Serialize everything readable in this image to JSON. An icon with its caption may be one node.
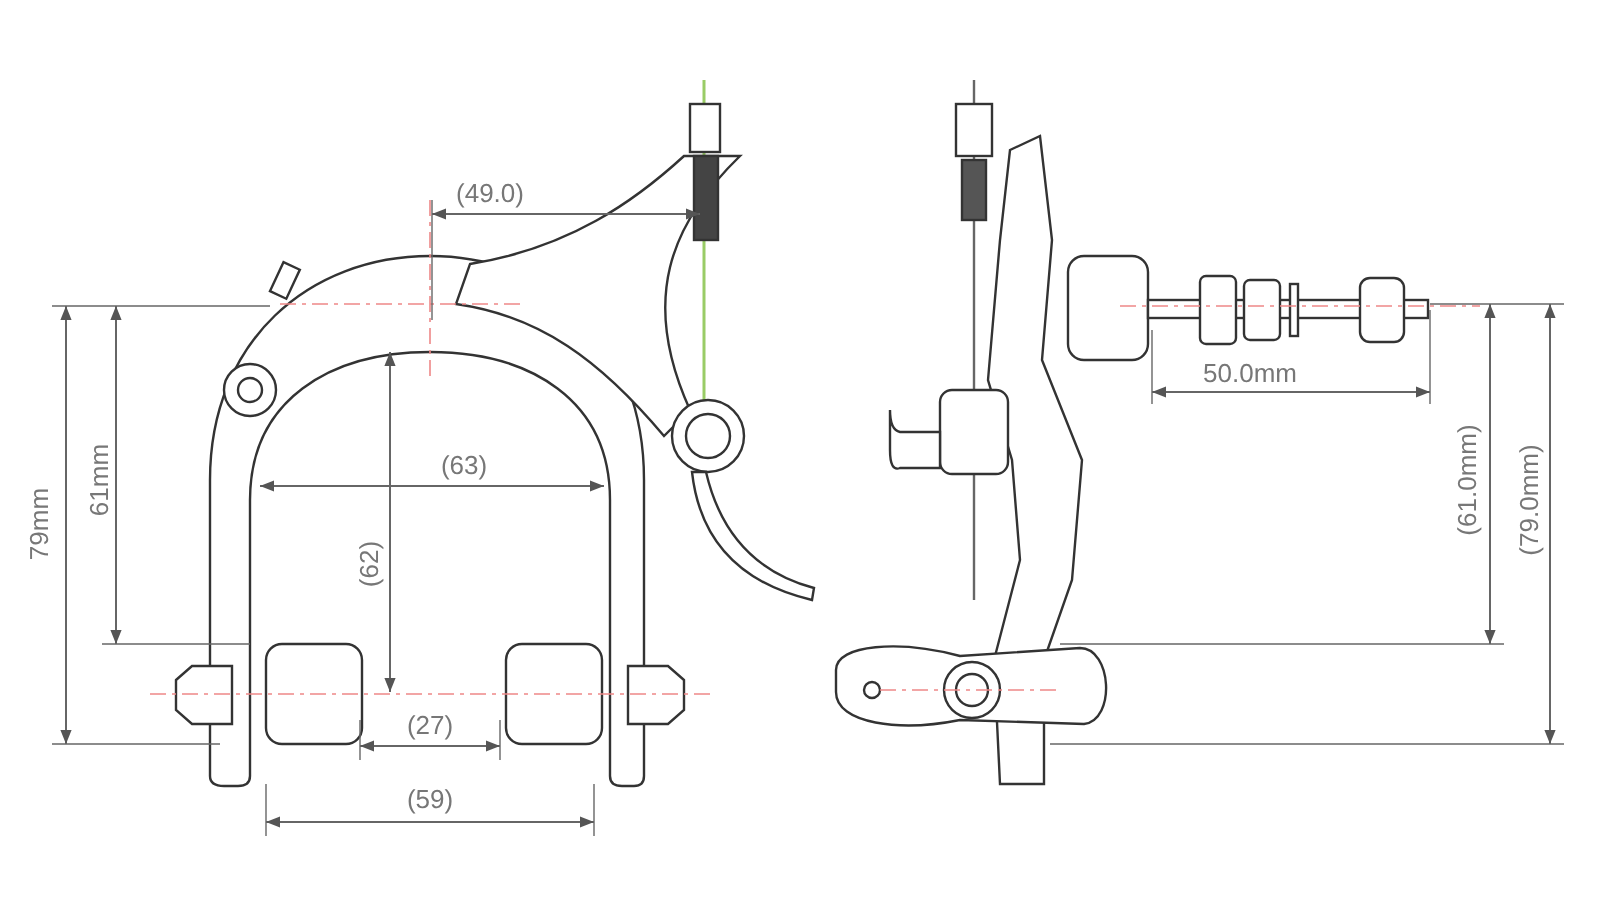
{
  "diagram": {
    "labels": [
      "(49.0)",
      "79mm",
      "61mm",
      "(63)",
      "(62)",
      "(27)",
      "(59)",
      "50.0mm",
      "(61.0mm)",
      "(79.0mm)"
    ]
  }
}
